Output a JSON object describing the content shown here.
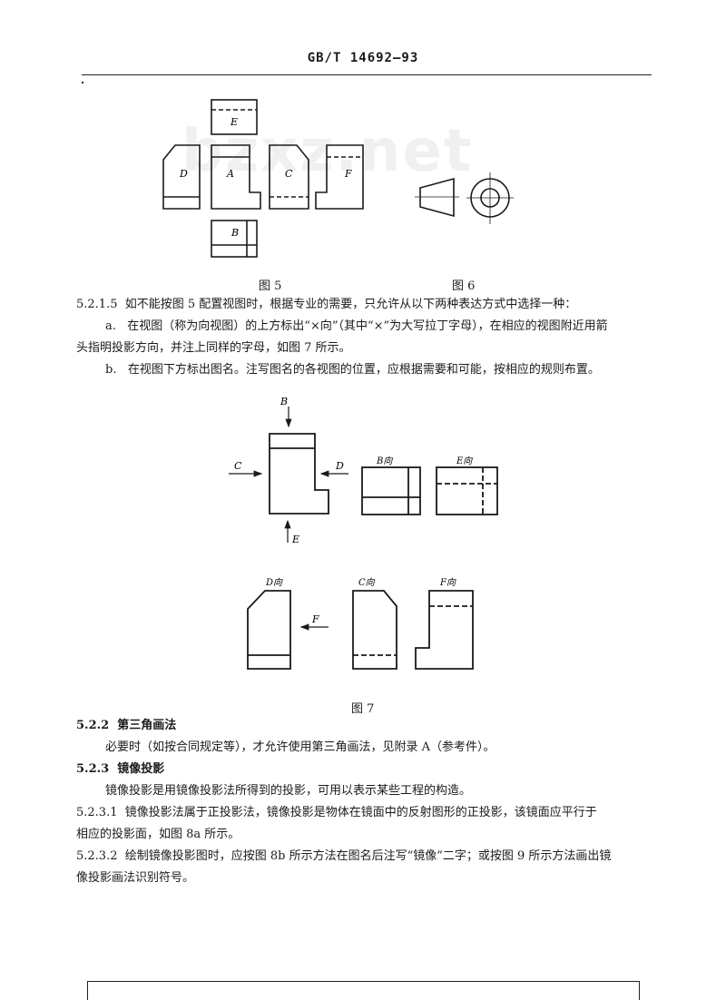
{
  "header": {
    "title": "GB/T 14692—93"
  },
  "figure5": {
    "labels": {
      "e": "E",
      "d": "D",
      "a": "A",
      "c": "C",
      "f": "F",
      "b": "B"
    },
    "caption": "图 5"
  },
  "figure6": {
    "caption": "图 6"
  },
  "watermark": "bzxz.net",
  "section_5215": {
    "number": "5.2.1.5",
    "text": "如不能按图 5 配置视图时，根据专业的需要，只允许从以下两种表达方式中选择一种：",
    "item_a_marker": "a.",
    "item_a_line1": "在视图（称为向视图）的上方标出“×向”（其中“×”为大写拉丁字母），在相应的视图附近用箭",
    "item_a_line2": "头指明投影方向，并注上同样的字母，如图 7 所示。",
    "item_b_marker": "b.",
    "item_b_text": "在视图下方标出图名。注写图名的各视图的位置，应根据需要和可能，按相应的规则布置。"
  },
  "figure7": {
    "arrow_labels": {
      "b": "B",
      "c": "C",
      "d": "D",
      "e": "E",
      "f": "F"
    },
    "view_titles": {
      "b": "B向",
      "e": "E向",
      "d": "D向",
      "c": "C向",
      "f": "F向"
    },
    "caption": "图 7"
  },
  "section_522": {
    "number": "5.2.2",
    "title": "第三角画法",
    "text": "必要时（如按合同规定等），才允许使用第三角画法，见附录 A（参考件）。"
  },
  "section_523": {
    "number": "5.2.3",
    "title": "镜像投影",
    "text": "镜像投影是用镜像投影法所得到的投影，可用以表示某些工程的构造。"
  },
  "section_5231": {
    "number": "5.2.3.1",
    "line1": "镜像投影法属于正投影法，镜像投影是物体在镜面中的反射图形的正投影，该镜面应平行于",
    "line2": "相应的投影面，如图 8a 所示。"
  },
  "section_5232": {
    "number": "5.2.3.2",
    "line1": "绘制镜像投影图时，应按图 8b 所示方法在图名后注写“镜像”二字；或按图 9 所示方法画出镜",
    "line2": "像投影画法识别符号。"
  }
}
